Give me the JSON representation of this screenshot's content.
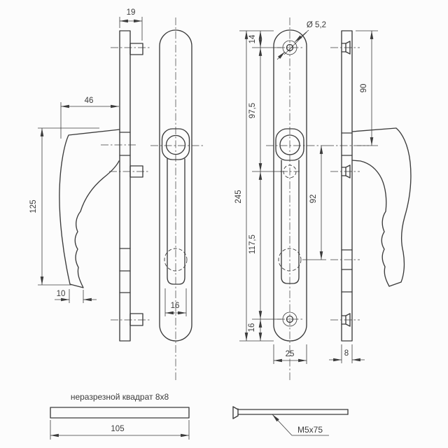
{
  "drawing": {
    "title": "window handle technical drawing",
    "colors": {
      "ink": "#3b3b3b",
      "background": "#fcfcfc"
    },
    "dims": {
      "d19": "19",
      "d46": "46",
      "d125": "125",
      "d10": "10",
      "d16_grip": "16",
      "d_dia": "Ø 5,2",
      "d14": "14",
      "d97_5": "97,5",
      "d245": "245",
      "d117_5": "117,5",
      "d16_bottom": "16",
      "d92": "92",
      "d90": "90",
      "d25": "25",
      "d8": "8",
      "d105": "105"
    },
    "labels": {
      "square_bar": "неразрезной квадрат 8x8",
      "screw": "M5x75"
    }
  }
}
